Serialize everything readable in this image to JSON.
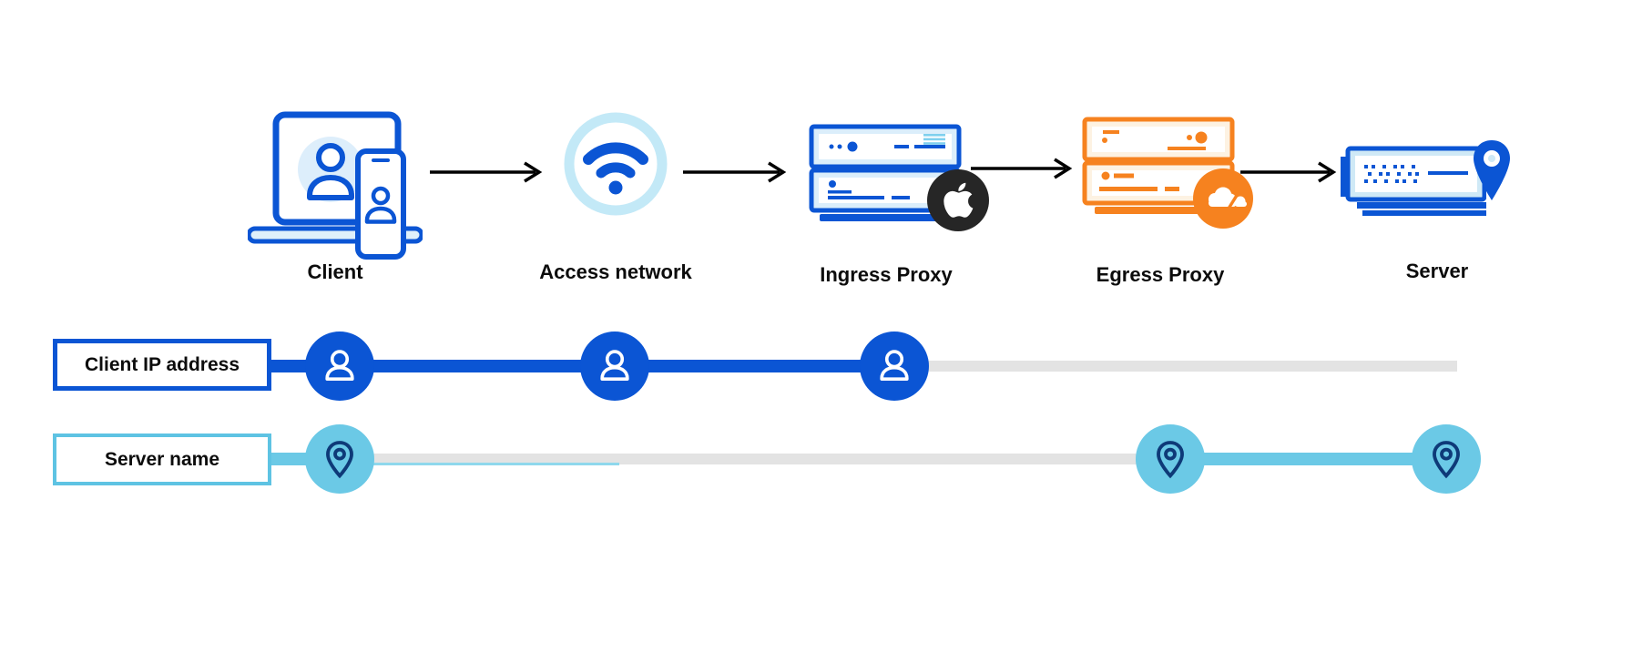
{
  "flow": {
    "nodes": [
      {
        "label": "Client",
        "icon": "client-devices-icon"
      },
      {
        "label": "Access network",
        "icon": "wifi-icon"
      },
      {
        "label": "Ingress Proxy",
        "icon": "server-stack-icon",
        "badge": "apple-logo-badge"
      },
      {
        "label": "Egress Proxy",
        "icon": "server-stack-icon",
        "badge": "cloudflare-logo-badge"
      },
      {
        "label": "Server",
        "icon": "server-location-icon"
      }
    ],
    "arrow_count": 4,
    "arrow_color": "#000000"
  },
  "timelines": [
    {
      "label": "Client IP address",
      "marker_icon": "user-icon",
      "color": "#0b55d4",
      "marker_columns": [
        "Client",
        "Access network",
        "Ingress Proxy"
      ]
    },
    {
      "label": "Server name",
      "marker_icon": "location-pin-icon",
      "color": "#6bc9e6",
      "marker_columns": [
        "Client",
        "Egress Proxy",
        "Server"
      ]
    }
  ],
  "colors": {
    "primary_blue": "#0b55d4",
    "light_blue_fill": "#dbeefb",
    "wifi_ring": "#c3e9f7",
    "cyan": "#6bc9e6",
    "cyan_border": "#5ec3e3",
    "navy_pin": "#0e3a78",
    "inactive_gray": "#e3e3e3",
    "orange": "#f6821f",
    "light_orange_fill": "#fdf2e2",
    "apple_badge_bg": "#262626",
    "text": "#0c0c0c",
    "background": "#ffffff"
  }
}
